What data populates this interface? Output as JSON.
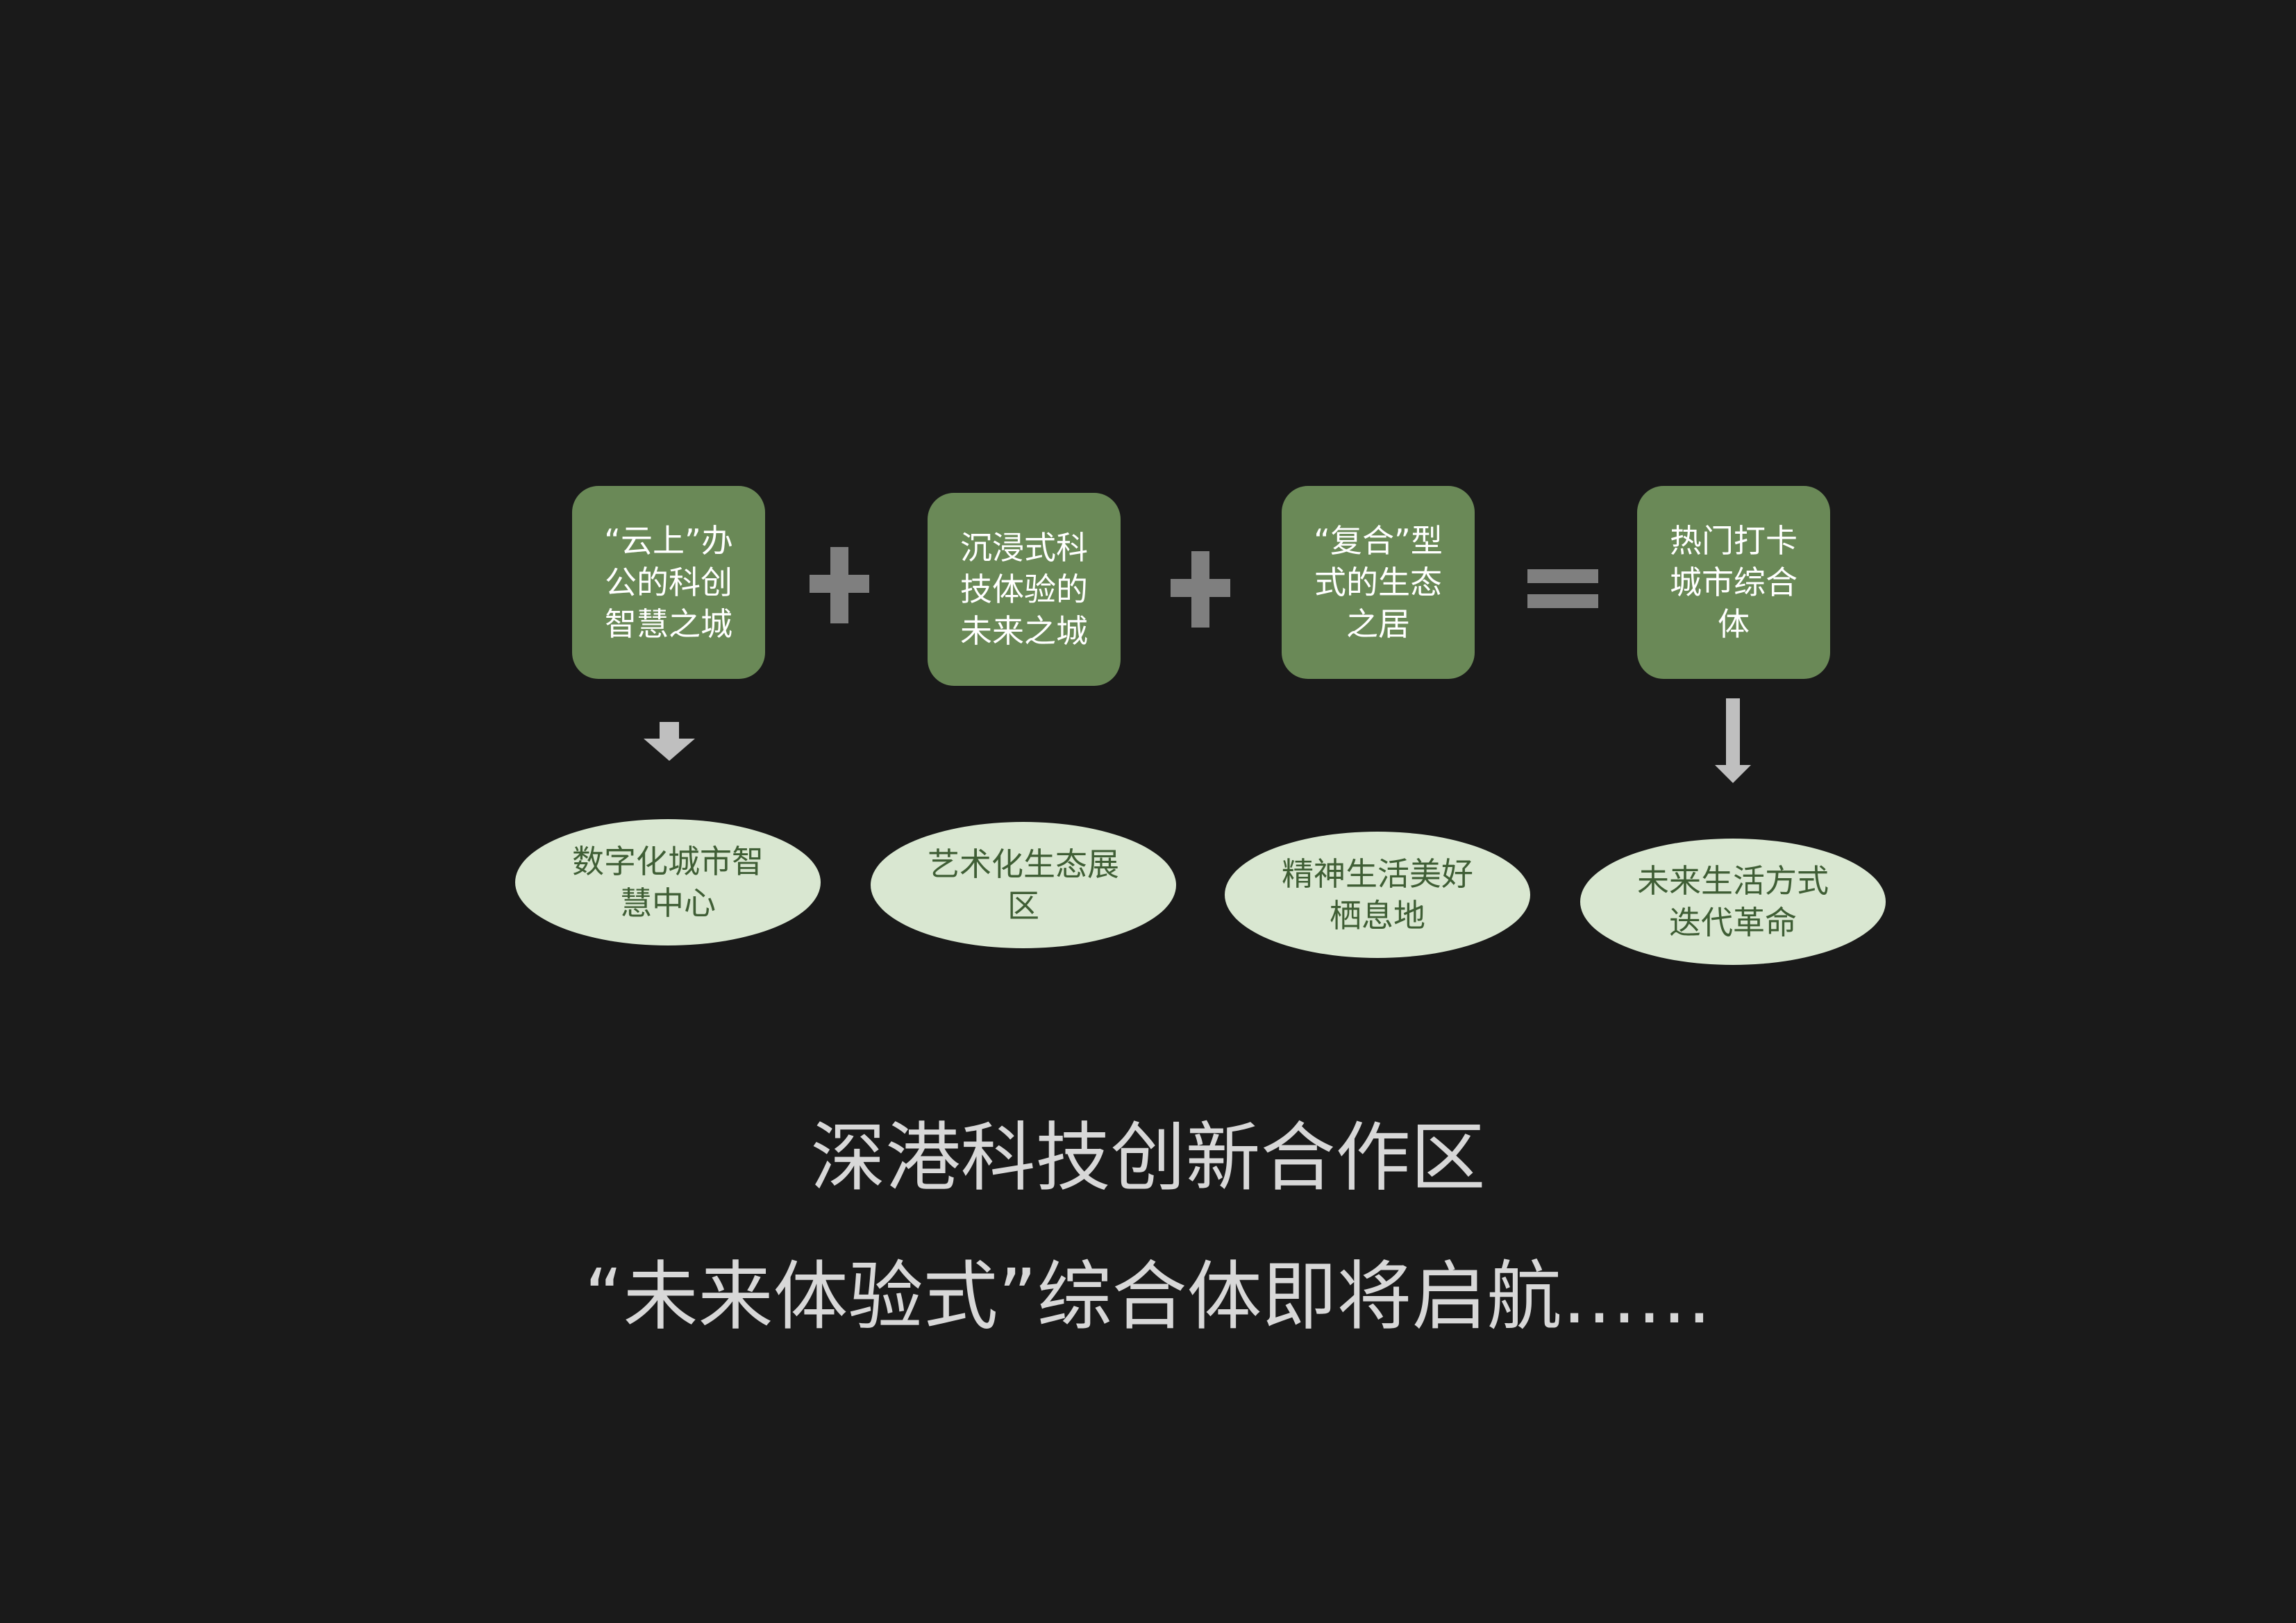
{
  "steps": [
    {
      "label": "“云上”办\n公的科创\n智慧之城"
    },
    {
      "label": "沉浸式科\n技体验的\n未来之城"
    },
    {
      "label": "“复合”型\n式的生态\n之居"
    },
    {
      "label": "热门打卡\n城市综合\n体"
    }
  ],
  "outcomes": [
    {
      "label": "数字化城市智\n慧中心"
    },
    {
      "label": "艺术化生态展\n区"
    },
    {
      "label": "精神生活美好\n栖息地"
    },
    {
      "label": "未来生活方式\n迭代革命"
    }
  ],
  "colors": {
    "background": "#1a1a1a",
    "box_fill": "#6a8957",
    "oval_fill": "#d9e7d1",
    "oval_text": "#3f5e35",
    "operator": "#7f7f7f",
    "arrow": "#bfbfbf",
    "headline": "#d8d8d8"
  },
  "icons": {
    "operator_1": "plus-icon",
    "operator_2": "plus-icon",
    "operator_3": "equals-icon",
    "arrow_1": "down-arrow-icon",
    "arrow_2": "down-arrow-icon"
  },
  "headline": {
    "line1": "深港科技创新合作区",
    "line2": "“未来体验式”综合体即将启航……"
  }
}
